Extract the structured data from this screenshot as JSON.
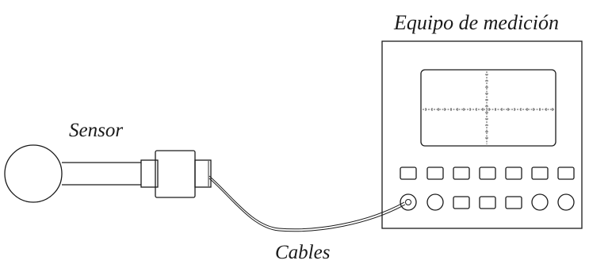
{
  "labels": {
    "sensor": "Sensor",
    "equipment": "Equipo de medición",
    "cables": "Cables"
  },
  "icons": {
    "sensor": "probe-sensor-icon",
    "equipment": "oscilloscope-icon",
    "cable": "cable-icon"
  },
  "colors": {
    "stroke": "#1a1a1a",
    "trace": "#555555",
    "background": "#ffffff"
  }
}
